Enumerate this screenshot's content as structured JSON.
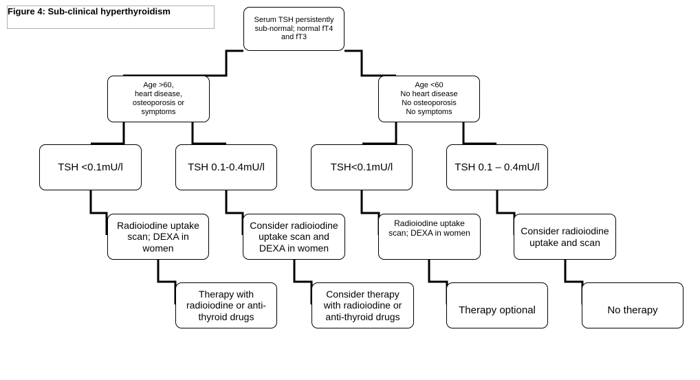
{
  "figure": {
    "title": "Figure 4: Sub-clinical hyperthyroidism"
  },
  "nodes": {
    "root": "Serum TSH persistently\nsub-normal; normal fT4\nand fT3",
    "left_group": "Age >60,\nheart disease,\nosteoporosis or\nsymptoms",
    "right_group": "Age <60\nNo heart disease\nNo osteoporosis\nNo symptoms",
    "tsh_l1": "TSH <0.1mU/l",
    "tsh_l2": "TSH 0.1-0.4mU/l",
    "tsh_r1": "TSH<0.1mU/l",
    "tsh_r2": "TSH 0.1 – 0.4mU/l",
    "inv_l1": "Radioiodine uptake\nscan; DEXA in\nwomen",
    "inv_l2": "Consider radioiodine\nuptake scan and\nDEXA in women",
    "inv_r1": "Radioiodine uptake\nscan; DEXA in women",
    "inv_r2": "Consider radioiodine\nuptake and scan",
    "tx_l1": "Therapy with\nradioiodine or anti-\nthyroid drugs",
    "tx_l2": "Consider therapy\nwith radioiodine or\nanti-thyroid drugs",
    "tx_r1": "Therapy optional",
    "tx_r2": "No therapy"
  },
  "colors": {
    "line": "#000000",
    "box_border": "#000000",
    "title_border": "#b0b0b0"
  }
}
